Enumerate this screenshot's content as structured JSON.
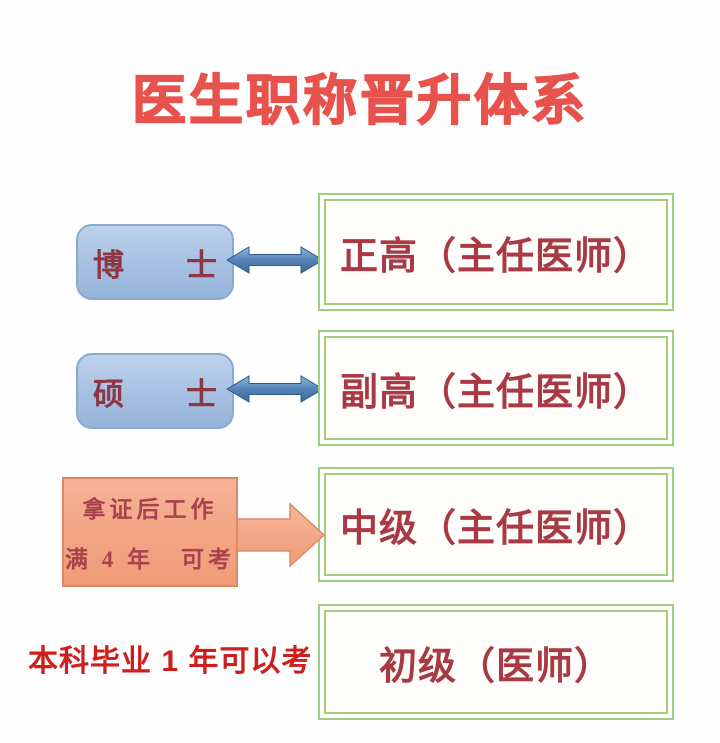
{
  "title": "医生职称晋升体系",
  "levels": [
    {
      "requirement": "博　　士",
      "requirement_kind": "degree",
      "connector": "double-arrow",
      "target": "正高（主任医师）"
    },
    {
      "requirement": "硕　　士",
      "requirement_kind": "degree",
      "connector": "double-arrow",
      "target": "副高（主任医师）"
    },
    {
      "requirement_line1": "拿证后工作",
      "requirement_line2": "满 4 年　可考",
      "requirement_kind": "experience",
      "connector": "block-arrow",
      "target": "中级（主任医师）"
    },
    {
      "requirement": "本科毕业 1 年可以考",
      "requirement_kind": "note",
      "connector": "none",
      "target": "初级（医师）"
    }
  ],
  "icons": {
    "double_arrow": "double-headed-horizontal-arrow",
    "block_arrow": "right-pointing-block-arrow"
  },
  "colors": {
    "title_red": "#e8524d",
    "dark_red_text": "#a93a45",
    "degree_text_red": "#8e3644",
    "note_red": "#cf1e1e",
    "blue_box_fill": "#a6c0e2",
    "blue_box_border": "#8aaacf",
    "blue_arrow_fill": "#4d7cb0",
    "green_border": "#a3cc83",
    "orange_box_fill": "#f2a584",
    "orange_border": "#dd8a64",
    "background": "#fefefe"
  }
}
